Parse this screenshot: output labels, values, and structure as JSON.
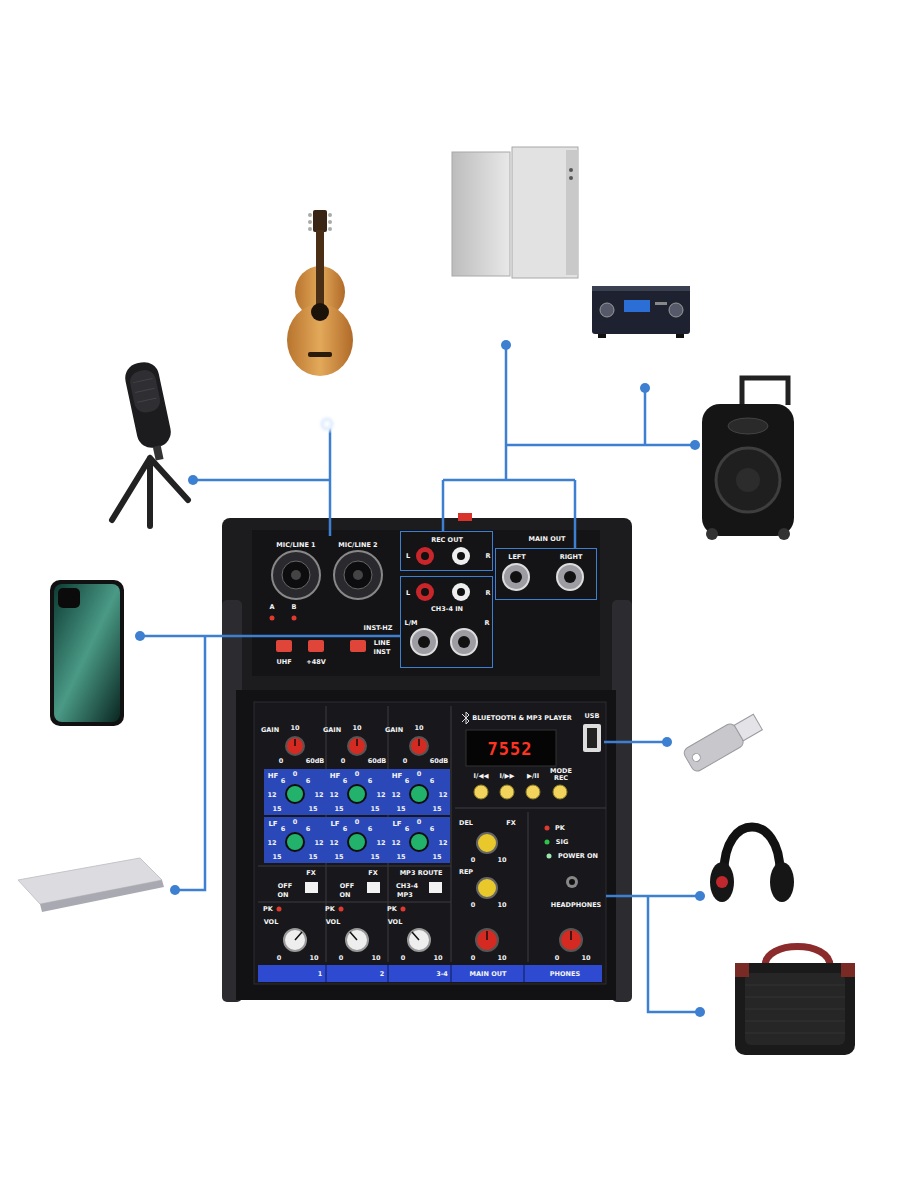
{
  "diagram": {
    "nodes": [
      {
        "text": [
          "REC OUT",
          "L",
          "R"
        ]
      },
      {
        "text": [
          "L",
          "R",
          "CH3-4 IN",
          "L/M",
          "R"
        ]
      },
      {
        "text": [
          "MAIN OUT",
          "LEFT",
          "RIGHT"
        ]
      },
      {
        "text": [
          "HF",
          "0",
          "6",
          "6",
          "12",
          "12",
          "15",
          "15"
        ]
      },
      {
        "text": [
          "HF",
          "0",
          "6",
          "6",
          "12",
          "12",
          "15",
          "15"
        ]
      },
      {
        "text": [
          "HF",
          "0",
          "6",
          "6",
          "12",
          "12",
          "15",
          "15"
        ]
      },
      {
        "text": [
          "LF",
          "0",
          "6",
          "6",
          "12",
          "12",
          "15",
          "15"
        ]
      },
      {
        "text": [
          "LF",
          "0",
          "6",
          "6",
          "12",
          "12",
          "15",
          "15"
        ]
      },
      {
        "text": [
          "LF",
          "0",
          "6",
          "6",
          "12",
          "12",
          "15",
          "15"
        ]
      }
    ],
    "labels": [
      "MIC/LINE 1",
      "MIC/LINE 2",
      "A",
      "B",
      "UHF",
      "+48V",
      "INST-HZ",
      "LINE",
      "INST",
      "GAIN",
      "10",
      "0",
      "60dB",
      "GAIN",
      "10",
      "0",
      "60dB",
      "GAIN",
      "10",
      "0",
      "60dB",
      "FX",
      "OFF",
      "ON",
      "FX",
      "OFF",
      "ON",
      "MP3 ROUTE",
      "CH3-4",
      "MP3",
      "PK",
      "VOL",
      "0",
      "10",
      "PK",
      "VOL",
      "0",
      "10",
      "PK",
      "VOL",
      "0",
      "10",
      "BLUETOOTH & MP3 PLAYER",
      "USB",
      "7552",
      "I/◀◀",
      "I/▶▶",
      "▶/II",
      "MODE REC",
      "DEL",
      "FX",
      "0",
      "10",
      "REP",
      "0",
      "10",
      "0",
      "10",
      "PK",
      "SIG",
      "POWER ON",
      "HEADPHONES",
      "0",
      "10",
      "1",
      "2",
      "3-4",
      "MAIN OUT",
      "PHONES"
    ]
  }
}
